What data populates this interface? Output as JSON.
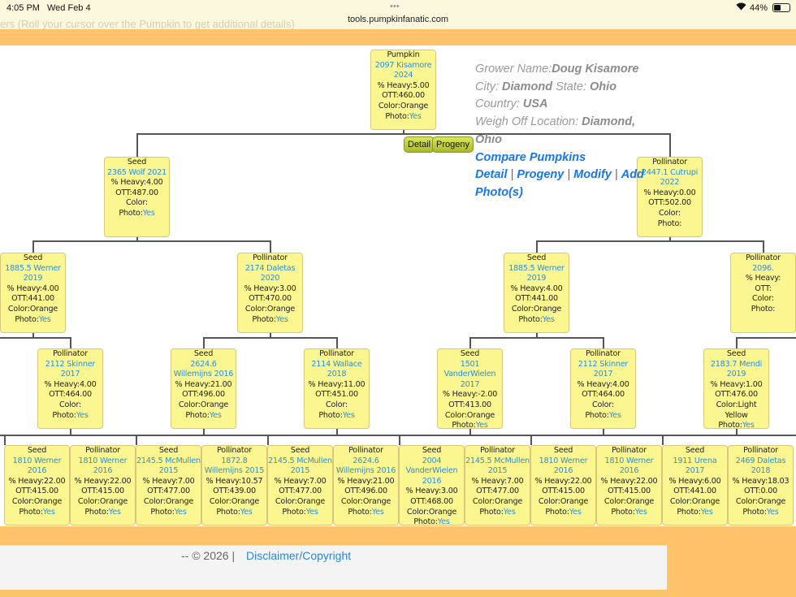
{
  "status_bar": {
    "time": "4:05 PM",
    "date": "Wed Feb 4",
    "url": "tools.pumpkinfanatic.com",
    "battery": "44%",
    "menu": "•••"
  },
  "hint": "ers (Roll your cursor over the Pumpkin to get additional details)",
  "labels": {
    "heavy": "% Heavy:",
    "ott": "OTT:",
    "color": "Color:",
    "photo": "Photo:"
  },
  "buttons": {
    "detail": "Detail",
    "progeny": "Progeny"
  },
  "info": {
    "grower_label": "Grower Name:",
    "grower": "Doug Kisamore",
    "city_label": "City: ",
    "city": "Diamond",
    "state_label": " State: ",
    "state": "Ohio",
    "country_label": "Country: ",
    "country": "USA",
    "weigh_label": "Weigh Off Location: ",
    "weigh": "Diamond, Ohio",
    "compare": "Compare Pumpkins",
    "links": [
      "Detail",
      "Progeny",
      "Modify",
      "Add Photo(s)"
    ],
    "sep": " | "
  },
  "colors": {
    "node_bg": "#fbf68f",
    "link": "#2a90d8",
    "orange": "#ffc46b"
  },
  "tree": {
    "root": {
      "role": "Pumpkin",
      "name": "2097 Kisamore 2024",
      "heavy": "5.00",
      "ott": "460.00",
      "color": "Orange",
      "photo": "Yes"
    },
    "level1": [
      {
        "role": "Seed",
        "name": "2365 Wolf 2021",
        "heavy": "4.00",
        "ott": "487.00",
        "color": "",
        "photo": "Yes"
      },
      {
        "role": "Pollinator",
        "name": "2447.1 Cutrupi 2022",
        "heavy": "0.00",
        "ott": "502.00",
        "color": "",
        "photo": ""
      }
    ],
    "level2": [
      {
        "role": "Seed",
        "name": "1885.5 Werner 2019",
        "heavy": "4.00",
        "ott": "441.00",
        "color": "Orange",
        "photo": "Yes"
      },
      {
        "role": "Pollinator",
        "name": "2174 Daletas 2020",
        "heavy": "3.00",
        "ott": "470.00",
        "color": "Orange",
        "photo": "Yes"
      },
      {
        "role": "Seed",
        "name": "1885.5 Werner 2019",
        "heavy": "4.00",
        "ott": "441.00",
        "color": "Orange",
        "photo": "Yes"
      },
      {
        "role": "Pollinator",
        "name": "2096.",
        "heavy": "",
        "ott": "",
        "color": "",
        "photo": ""
      }
    ],
    "level3": [
      {
        "role": "Pollinator",
        "name": "2112 Skinner 2017",
        "heavy": "4.00",
        "ott": "464.00",
        "color": "",
        "photo": "Yes"
      },
      {
        "role": "Seed",
        "name": "2624.6 Willemijns 2016",
        "heavy": "21.00",
        "ott": "496.00",
        "color": "Orange",
        "photo": "Yes"
      },
      {
        "role": "Pollinator",
        "name": "2114 Wallace 2018",
        "heavy": "11.00",
        "ott": "451.00",
        "color": "",
        "photo": "Yes"
      },
      {
        "role": "Seed",
        "name": "1501 VanderWielen 2017",
        "heavy": "-2.00",
        "ott": "413.00",
        "color": "Orange",
        "photo": "Yes"
      },
      {
        "role": "Pollinator",
        "name": "2112 Skinner 2017",
        "heavy": "4.00",
        "ott": "464.00",
        "color": "",
        "photo": "Yes"
      },
      {
        "role": "Seed",
        "name": "2183.7 Mendi 2019",
        "heavy": "1.00",
        "ott": "476.00",
        "color": "Light Yellow",
        "photo": "Yes"
      }
    ],
    "level4": [
      {
        "role": "Seed",
        "name": "1810 Werner 2016",
        "heavy": "22.00",
        "ott": "415.00",
        "color": "Orange",
        "photo": "Yes"
      },
      {
        "role": "Pollinator",
        "name": "1810 Werner 2016",
        "heavy": "22.00",
        "ott": "415.00",
        "color": "Orange",
        "photo": "Yes"
      },
      {
        "role": "Seed",
        "name": "2145.5 McMullen 2015",
        "heavy": "7.00",
        "ott": "477.00",
        "color": "Orange",
        "photo": "Yes"
      },
      {
        "role": "Pollinator",
        "name": "1872.8 Willemijns 2015",
        "heavy": "10.57",
        "ott": "439.00",
        "color": "Orange",
        "photo": "Yes"
      },
      {
        "role": "Seed",
        "name": "2145.5 McMullen 2015",
        "heavy": "7.00",
        "ott": "477.00",
        "color": "Orange",
        "photo": "Yes"
      },
      {
        "role": "Pollinator",
        "name": "2624.6 Willemijns 2016",
        "heavy": "21.00",
        "ott": "496.00",
        "color": "Orange",
        "photo": "Yes"
      },
      {
        "role": "Seed",
        "name": "2004 VanderWielen 2016",
        "heavy": "3.00",
        "ott": "468.00",
        "color": "Orange",
        "photo": "Yes"
      },
      {
        "role": "Pollinator",
        "name": "2145.5 McMullen 2015",
        "heavy": "7.00",
        "ott": "477.00",
        "color": "Orange",
        "photo": "Yes"
      },
      {
        "role": "Seed",
        "name": "1810 Werner 2016",
        "heavy": "22.00",
        "ott": "415.00",
        "color": "Orange",
        "photo": "Yes"
      },
      {
        "role": "Pollinator",
        "name": "1810 Werner 2016",
        "heavy": "22.00",
        "ott": "415.00",
        "color": "Orange",
        "photo": "Yes"
      },
      {
        "role": "Seed",
        "name": "1911 Urena 2017",
        "heavy": "6.00",
        "ott": "441.00",
        "color": "Orange",
        "photo": "Yes"
      },
      {
        "role": "Pollinator",
        "name": "2469 Daletas 2018",
        "heavy": "18.03",
        "ott": "0.00",
        "color": "Orange",
        "photo": "Yes"
      }
    ]
  },
  "footer": {
    "text": "-- © 2026 | ",
    "link": "Disclaimer/Copyright"
  }
}
